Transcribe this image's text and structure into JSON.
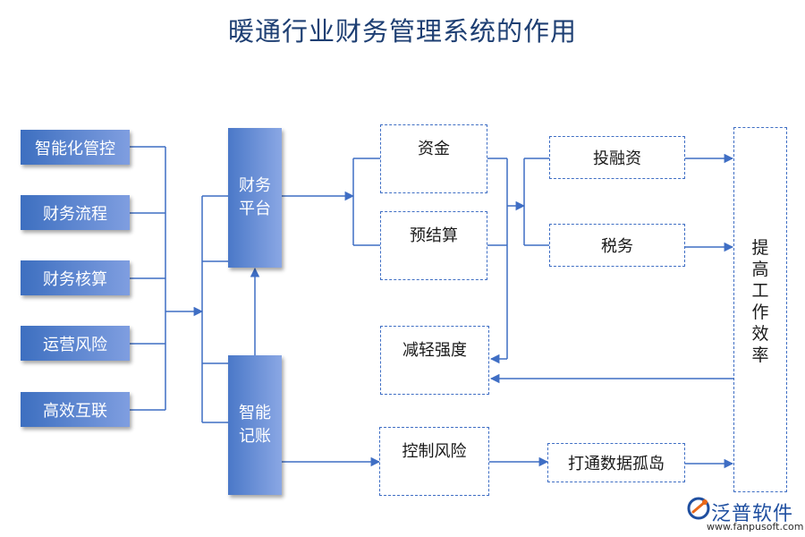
{
  "title": "暖通行业财务管理系统的作用",
  "inputs": [
    "智能化管控",
    "财务流程",
    "财务核算",
    "运营风险",
    "高效互联"
  ],
  "platform": "财务平台",
  "smart_accounting": "智能记账",
  "middle": {
    "funds": "资金",
    "budget": "预结算",
    "reduce": "减轻强度",
    "risk": "控制风险"
  },
  "right": {
    "investment": "投融资",
    "tax": "税务",
    "data_island": "打通数据孤岛"
  },
  "result": "提高工作效率",
  "logo": {
    "brand": "泛普软件",
    "url": "www.fanpusoft.com"
  },
  "colors": {
    "primary_blue": "#3f6ec4",
    "box_gradient_start": "#3d6fc0",
    "box_gradient_end": "#7f9ee0"
  }
}
